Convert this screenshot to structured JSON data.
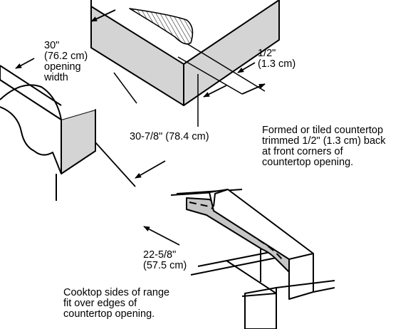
{
  "labels": {
    "opening_width": "30\"\n(76.2 cm)\nopening\nwidth",
    "trim_depth": "1/2\"\n(1.3 cm)",
    "trim_note": "Formed or tiled countertop\ntrimmed 1/2\" (1.3 cm) back\nat front corners of\ncountertop opening.",
    "opening_depth": "30-7/8\" (78.4 cm)",
    "range_depth": "22-5/8\"\n(57.5 cm)",
    "sides_note": "Cooktop sides of range\nfit over edges of\ncountertop opening."
  },
  "colors": {
    "line": "#000000",
    "countertop_face": "#d4d4d4",
    "range_edge_fill": "#c6c6c6",
    "background": "#ffffff"
  },
  "icons": [
    "arrow-icon"
  ]
}
